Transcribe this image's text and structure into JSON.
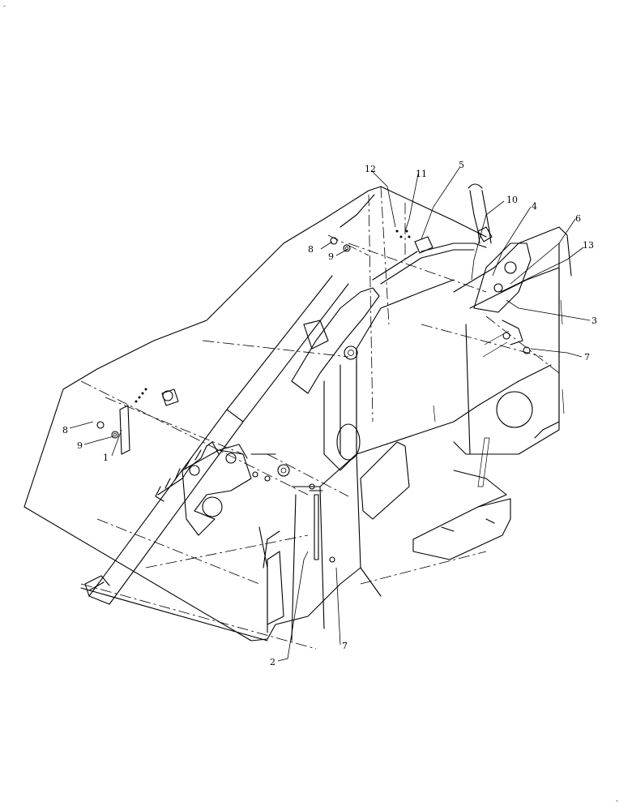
{
  "callouts": {
    "c1": "1",
    "c2": "2",
    "c3": "3",
    "c4": "4",
    "c5": "5",
    "c6": "6",
    "c7a": "7",
    "c7b": "7",
    "c8a": "8",
    "c8b": "8",
    "c9a": "9",
    "c9b": "9",
    "c10": "10",
    "c11": "11",
    "c12": "12",
    "c13": "13"
  },
  "corner_marks": {
    "top_left": "-",
    "bottom_right": "-"
  }
}
